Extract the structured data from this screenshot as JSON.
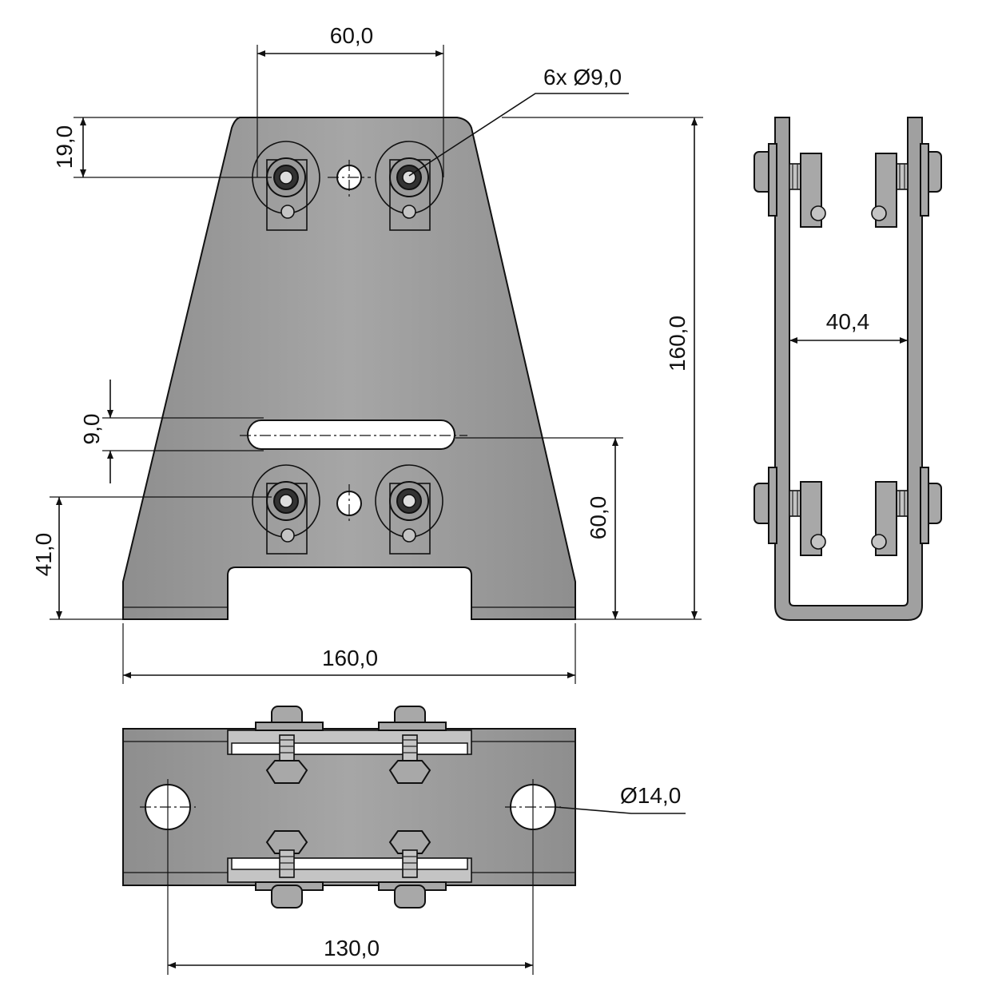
{
  "dimensions": {
    "top_spacing": "60,0",
    "holes": "6x Ø9,0",
    "top_offset": "19,0",
    "slot_width": "9,0",
    "bottom_offset": "41,0",
    "slot_height": "60,0",
    "total_height": "160,0",
    "base_width": "160,0",
    "clamp_gap": "40,4",
    "mount_hole": "Ø14,0",
    "hole_spacing": "130,0"
  },
  "colors": {
    "plate": "#9b9b9b",
    "line": "#111111",
    "background": "#ffffff"
  }
}
